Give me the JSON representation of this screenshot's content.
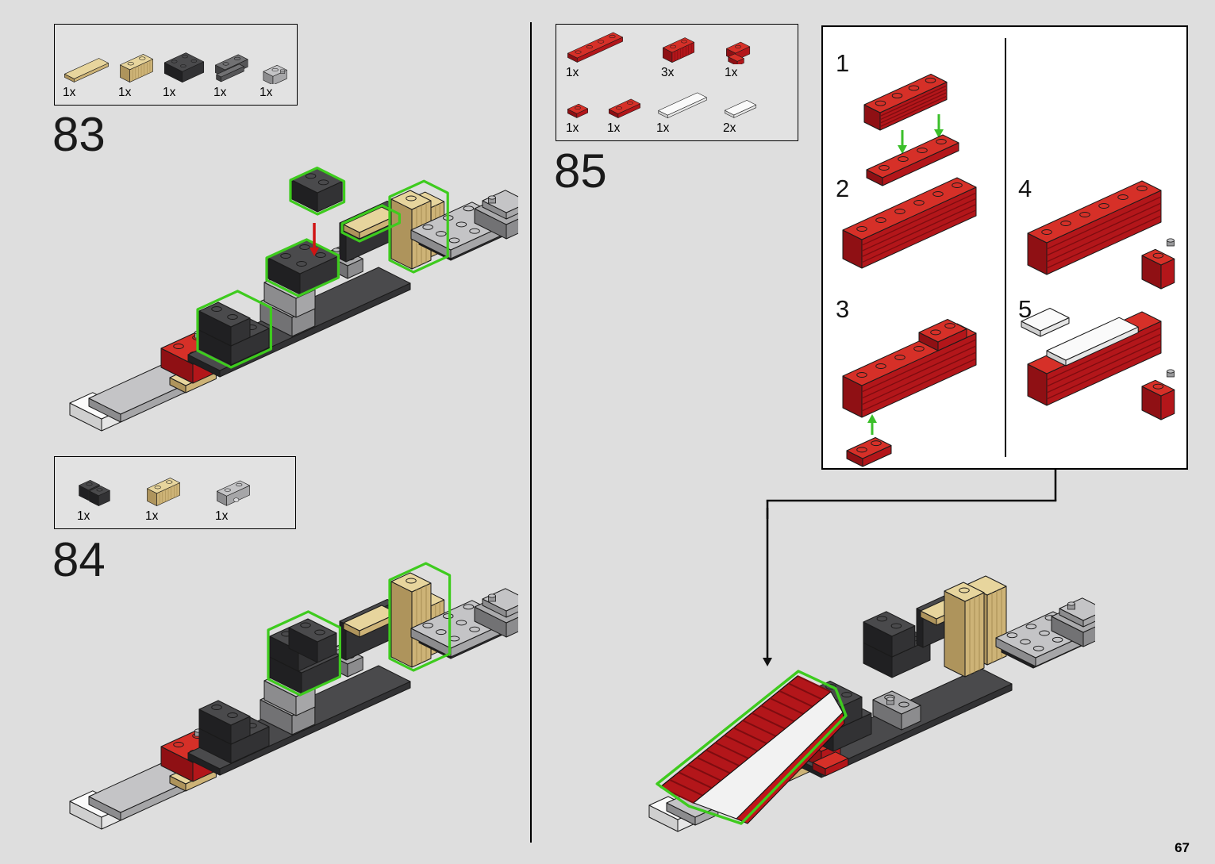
{
  "page": {
    "number": "67"
  },
  "colors": {
    "background": "#dedede",
    "highlight_green": "#3ecb1e",
    "brick_red": "#b3161a",
    "brick_tan": "#cdb377"
  },
  "steps": {
    "step83": {
      "number": "83",
      "parts": [
        {
          "name": "tan-tile-1x4",
          "count": "1x"
        },
        {
          "name": "tan-grille-brick-1x2",
          "count": "1x"
        },
        {
          "name": "black-brick-2x2",
          "count": "1x"
        },
        {
          "name": "dark-gray-bracket-2x2",
          "count": "1x"
        },
        {
          "name": "gray-clip-brick-1x1",
          "count": "1x"
        }
      ]
    },
    "step84": {
      "number": "84",
      "parts": [
        {
          "name": "black-brick-1x1-pair",
          "count": "1x"
        },
        {
          "name": "tan-grille-brick-1x2",
          "count": "1x"
        },
        {
          "name": "gray-side-stud-brick-1x2",
          "count": "1x"
        }
      ]
    },
    "step85": {
      "number": "85",
      "parts_row1": [
        {
          "name": "red-plate-1x4",
          "count": "1x"
        },
        {
          "name": "red-grille-slope-1x2",
          "count": "3x"
        },
        {
          "name": "red-bracket-1x1",
          "count": "1x"
        }
      ],
      "parts_row2": [
        {
          "name": "red-plate-1x1",
          "count": "1x"
        },
        {
          "name": "red-plate-1x2",
          "count": "1x"
        },
        {
          "name": "white-tile-1x4",
          "count": "1x"
        },
        {
          "name": "white-tile-1x2",
          "count": "2x"
        }
      ],
      "substeps": [
        {
          "label": "1"
        },
        {
          "label": "2"
        },
        {
          "label": "3"
        },
        {
          "label": "4"
        },
        {
          "label": "5"
        }
      ]
    }
  }
}
